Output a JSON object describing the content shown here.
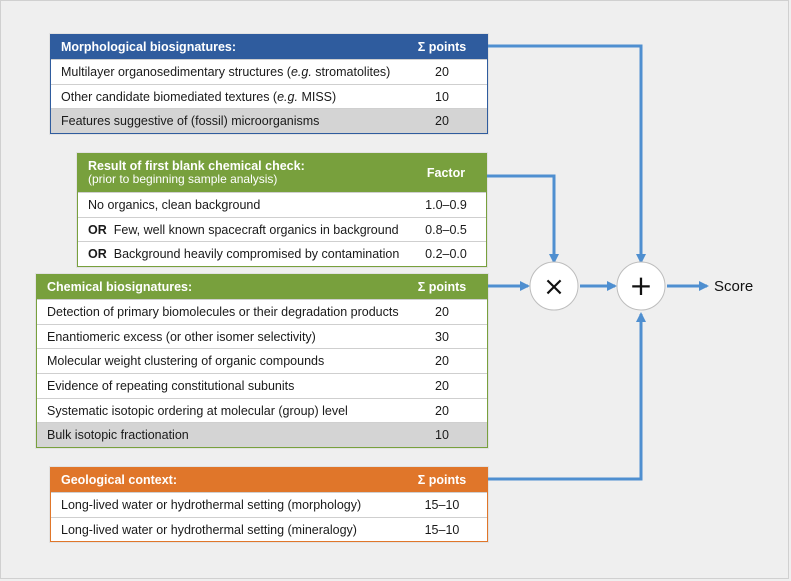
{
  "morphological": {
    "title": "Morphological biosignatures:",
    "column": "Σ points",
    "rows": [
      {
        "label_pre": "Multilayer organosedimentary structures (",
        "label_em": "e.g.",
        "label_post": " stromatolites)",
        "value": "20",
        "shaded": false
      },
      {
        "label_pre": "Other candidate biomediated textures (",
        "label_em": "e.g.",
        "label_post": " MISS)",
        "value": "10",
        "shaded": false
      },
      {
        "label_pre": "Features suggestive of (fossil) microorganisms",
        "label_em": "",
        "label_post": "",
        "value": "20",
        "shaded": true
      }
    ]
  },
  "blank_check": {
    "title": "Result of first blank chemical check:",
    "subtitle": "(prior to beginning sample analysis)",
    "column": "Factor",
    "rows": [
      {
        "or": "",
        "label": "No organics, clean background",
        "value": "1.0–0.9"
      },
      {
        "or": "OR",
        "label": "Few, well known spacecraft organics in background",
        "value": "0.8–0.5"
      },
      {
        "or": "OR",
        "label": "Background heavily compromised by contamination",
        "value": "0.2–0.0"
      }
    ]
  },
  "chemical": {
    "title": "Chemical biosignatures:",
    "column": "Σ points",
    "rows": [
      {
        "label": "Detection of primary biomolecules or their degradation products",
        "value": "20",
        "shaded": false
      },
      {
        "label": "Enantiomeric excess (or other isomer selectivity)",
        "value": "30",
        "shaded": false
      },
      {
        "label": "Molecular weight clustering of organic compounds",
        "value": "20",
        "shaded": false
      },
      {
        "label": "Evidence of repeating constitutional subunits",
        "value": "20",
        "shaded": false
      },
      {
        "label": "Systematic isotopic ordering at molecular (group) level",
        "value": "20",
        "shaded": false
      },
      {
        "label": "Bulk isotopic fractionation",
        "value": "10",
        "shaded": true
      }
    ]
  },
  "geological": {
    "title": "Geological context:",
    "column": "Σ points",
    "rows": [
      {
        "label": "Long-lived water or hydrothermal setting (morphology)",
        "value": "15–10"
      },
      {
        "label": "Long-lived water or hydrothermal setting (mineralogy)",
        "value": "15–10"
      }
    ]
  },
  "operators": {
    "multiply": "×",
    "add": "+",
    "result": "Score"
  },
  "colors": {
    "morph": "#2f5c9e",
    "chem": "#78a03d",
    "geo": "#e0762a",
    "arrow": "#4f8fd0"
  }
}
